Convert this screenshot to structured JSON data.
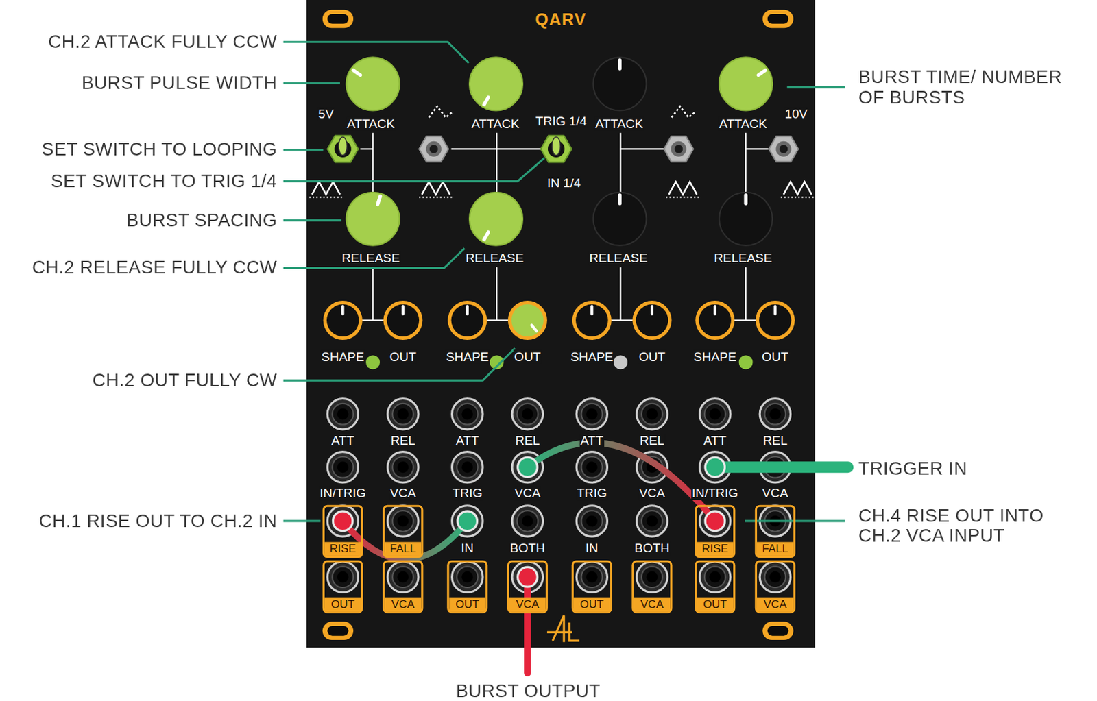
{
  "diagram": {
    "nodes": [
      {
        "text": [
          "QARV"
        ]
      },
      {
        "text": [
          "RISE"
        ],
        "in": 0
      },
      {
        "text": [
          "FALL"
        ],
        "in": 0
      },
      {
        "text": [
          "RISE"
        ],
        "in": 0
      },
      {
        "text": [
          "FALL"
        ],
        "in": 0
      },
      {
        "text": [
          "OUT"
        ],
        "in": 0
      },
      {
        "text": [
          "VCA"
        ],
        "in": 0
      },
      {
        "text": [
          "OUT"
        ],
        "in": 0
      },
      {
        "text": [
          "VCA"
        ],
        "in": 0
      },
      {
        "text": [
          "OUT"
        ],
        "in": 0
      },
      {
        "text": [
          "VCA"
        ],
        "in": 0
      },
      {
        "text": [
          "OUT"
        ],
        "in": 0
      },
      {
        "text": [
          "VCA"
        ],
        "in": 0
      }
    ],
    "labels": [
      "CH.2 ATTACK FULLY CCW",
      "BURST PULSE WIDTH",
      "SET SWITCH TO LOOPING",
      "SET SWITCH TO TRIG 1/4",
      "BURST SPACING",
      "CH.2 RELEASE FULLY CCW",
      "CH.2 OUT FULLY CW",
      "CH.1 RISE OUT TO CH.2 IN",
      "BURST TIME/ NUMBER OF BURSTS",
      "TRIGGER IN",
      "CH.4 RISE OUT INTO CH.2 VCA INPUT",
      "BURST OUTPUT",
      "5V",
      "ATTACK",
      "ATTACK",
      "TRIG 1/4",
      "ATTACK",
      "ATTACK",
      "10V",
      "IN 1/4",
      "RELEASE",
      "RELEASE",
      "RELEASE",
      "RELEASE",
      "SHAPE",
      "OUT",
      "SHAPE",
      "OUT",
      "SHAPE",
      "OUT",
      "SHAPE",
      "OUT",
      "ATT",
      "REL",
      "ATT",
      "REL",
      "ATT",
      "REL",
      "ATT",
      "REL",
      "IN/TRIG",
      "VCA",
      "TRIG",
      "VCA",
      "TRIG",
      "VCA",
      "IN/TRIG",
      "VCA",
      "IN",
      "BOTH",
      "IN",
      "BOTH"
    ]
  }
}
